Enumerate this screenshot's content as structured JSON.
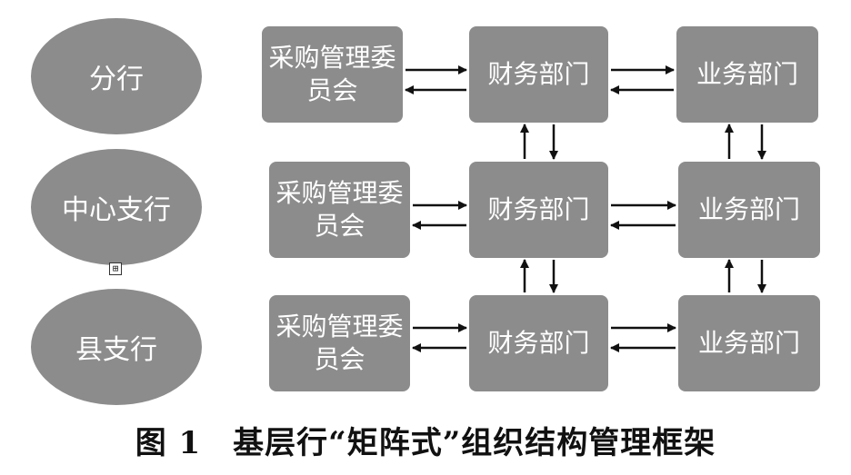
{
  "levels": [
    {
      "name": "分行",
      "committee": "采购管理委员会",
      "finance": "财务部门",
      "business": "业务部门"
    },
    {
      "name": "中心支行",
      "committee": "采购管理委员会",
      "finance": "财务部门",
      "business": "业务部门"
    },
    {
      "name": "县支行",
      "committee": "采购管理委员会",
      "finance": "财务部门",
      "business": "业务部门"
    }
  ],
  "expander_symbol": "⊞",
  "caption": "图 1　基层行“矩阵式”组织结构管理框架",
  "colors": {
    "shape_fill": "#8c8c8c",
    "text": "#ffffff",
    "arrow": "#111111"
  }
}
